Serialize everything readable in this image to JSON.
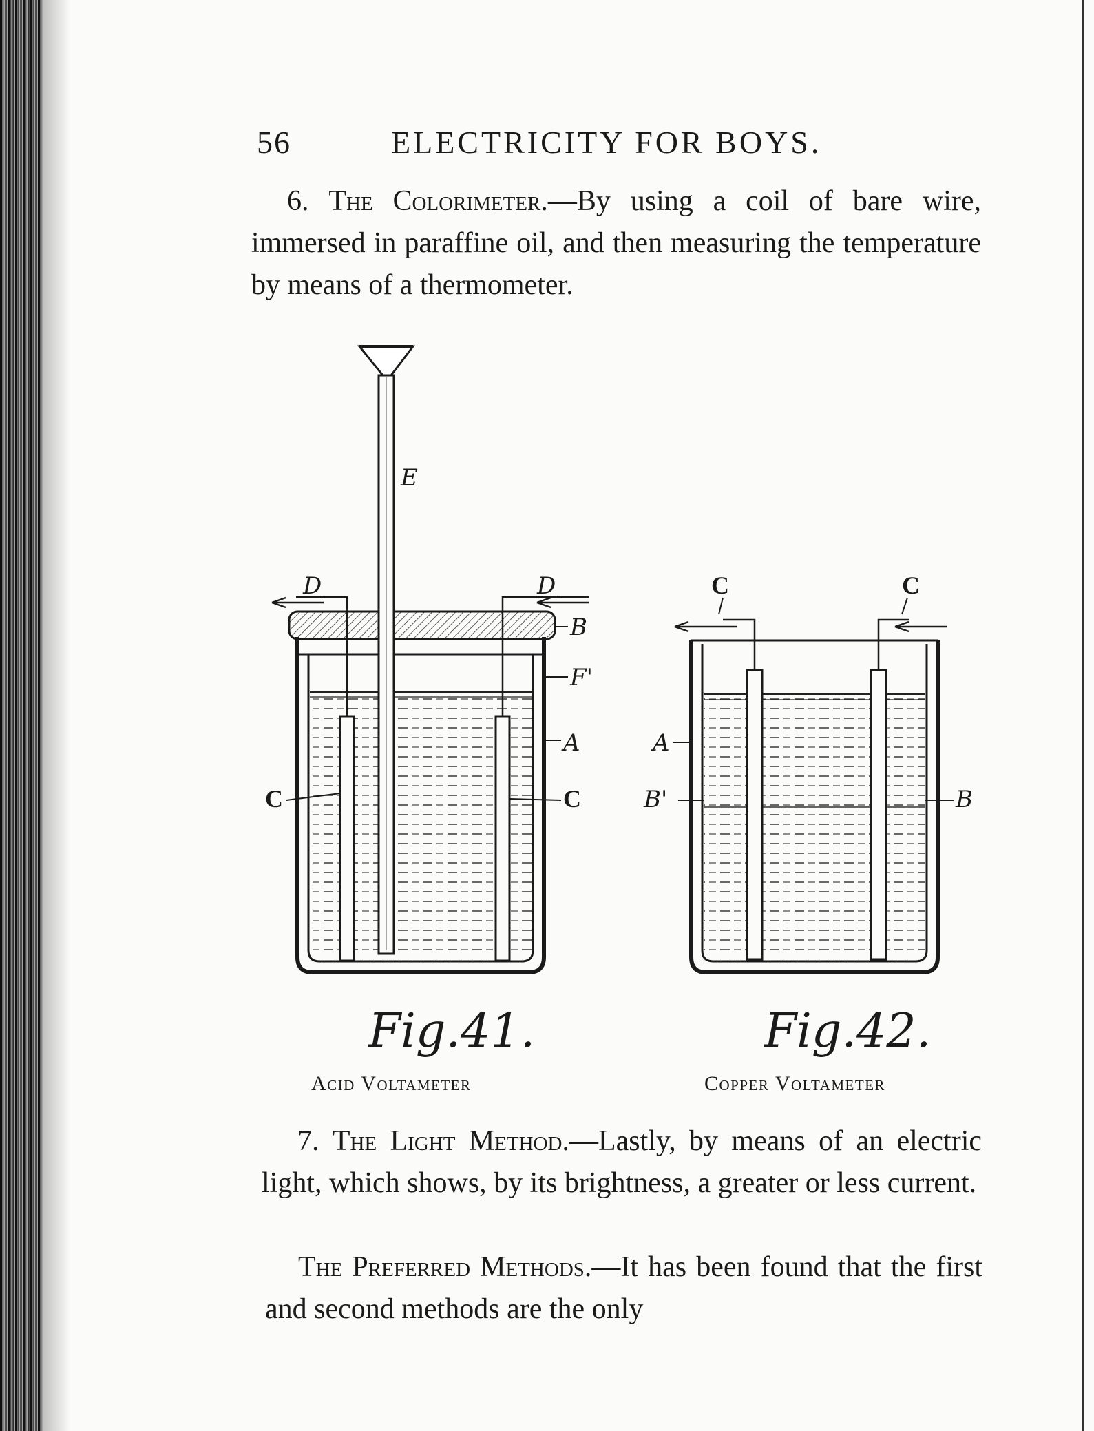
{
  "header": {
    "page_number": "56",
    "running_title": "ELECTRICITY FOR BOYS."
  },
  "section6": {
    "number": "6.",
    "heading": "The Colorimeter.",
    "text": "—By using a coil of bare wire, immersed in paraffine oil, and then measuring the temperature by means of a thermometer."
  },
  "figure41": {
    "label": "Fig.41.",
    "caption": "Acid Voltameter",
    "callouts": [
      "E",
      "D",
      "D",
      "B",
      "F",
      "A",
      "C",
      "C"
    ]
  },
  "figure42": {
    "label": "Fig.42.",
    "caption": "Copper Voltameter",
    "callouts": [
      "C",
      "C",
      "A",
      "B'",
      "B"
    ]
  },
  "section7": {
    "number": "7.",
    "heading": "The Light Method.",
    "text": "—Lastly, by means of an electric light, which shows, by its brightness, a greater or less current."
  },
  "preferred": {
    "heading": "The Preferred Methods.",
    "text": "—It has been found that the first and second methods are the only"
  }
}
